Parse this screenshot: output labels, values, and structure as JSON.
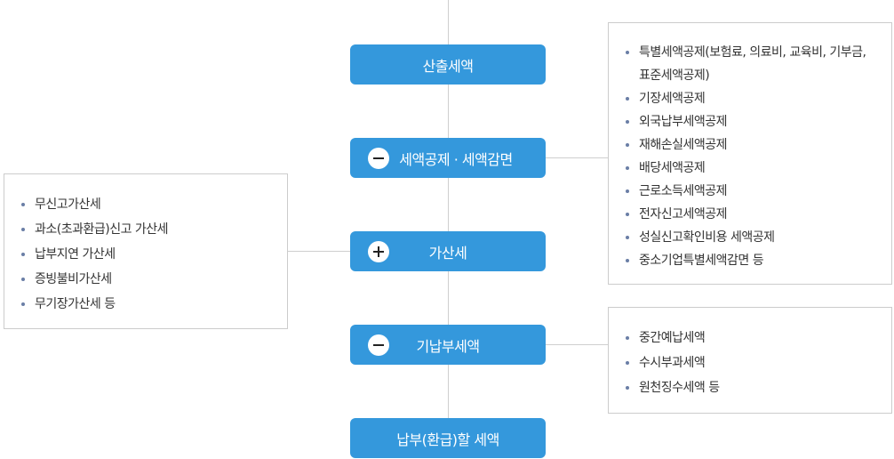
{
  "flow": {
    "steps": [
      {
        "label": "산출세액",
        "sign": ""
      },
      {
        "label": "세액공제 · 세액감면",
        "sign": "minus"
      },
      {
        "label": "가산세",
        "sign": "plus"
      },
      {
        "label": "기납부세액",
        "sign": "minus"
      },
      {
        "label": "납부(환급)할 세액",
        "sign": ""
      }
    ]
  },
  "deductions_box": {
    "items": [
      "특별세액공제(보험료, 의료비, 교육비, 기부금,",
      "표준세액공제)",
      "기장세액공제",
      "외국납부세액공제",
      "재해손실세액공제",
      "배당세액공제",
      "근로소득세액공제",
      "전자신고세액공제",
      "성실신고확인비용 세액공제",
      "중소기업특별세액감면 등"
    ]
  },
  "penalty_box": {
    "items": [
      "무신고가산세",
      "과소(초과환급)신고 가산세",
      "납부지연 가산세",
      "증빙불비가산세",
      "무기장가산세 등"
    ]
  },
  "prepaid_box": {
    "items": [
      "중간예납세액",
      "수시부과세액",
      "원천징수세액 등"
    ]
  },
  "colors": {
    "step_fill": "#3498dc",
    "connector": "#cfcfcf",
    "bullet": "#6a7ea6"
  }
}
